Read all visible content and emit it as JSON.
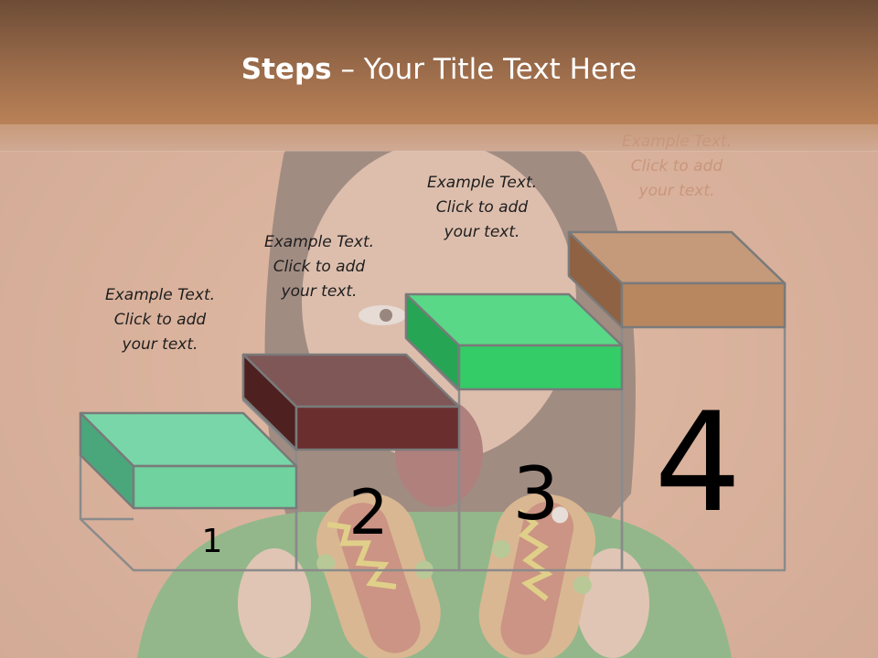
{
  "title": {
    "bold": "Steps",
    "rest": " – Your Title Text Here"
  },
  "steps": [
    {
      "number": "1",
      "caption": [
        "Example Text.",
        "Click  to add",
        "your text."
      ],
      "color": "#6fd29f"
    },
    {
      "number": "2",
      "caption": [
        "Example Text.",
        "Click  to add",
        "your text."
      ],
      "color": "#6b2e2e"
    },
    {
      "number": "3",
      "caption": [
        "Example Text.",
        "Click  to add",
        "your text."
      ],
      "color": "#33cc66"
    },
    {
      "number": "4",
      "caption": [
        "Example Text.",
        "Click  to add",
        "your text."
      ],
      "color": "#b9875f"
    }
  ]
}
